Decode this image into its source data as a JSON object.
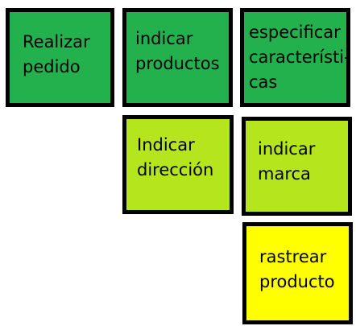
{
  "colors": {
    "dark_green": "#22b14c",
    "light_green": "#b5e61d",
    "yellow": "#ffff00",
    "border": "#000000"
  },
  "cards": [
    {
      "label": "Realizar\npedido",
      "color": "#22b14c"
    },
    {
      "label": "indicar\nproductos",
      "color": "#22b14c"
    },
    {
      "label": "especificar\ncaracterísti-\ncas",
      "color": "#22b14c"
    },
    {
      "label": "Indicar\ndirección",
      "color": "#b5e61d"
    },
    {
      "label": "indicar\nmarca",
      "color": "#b5e61d"
    },
    {
      "label": "rastrear\nproducto",
      "color": "#ffff00"
    }
  ]
}
